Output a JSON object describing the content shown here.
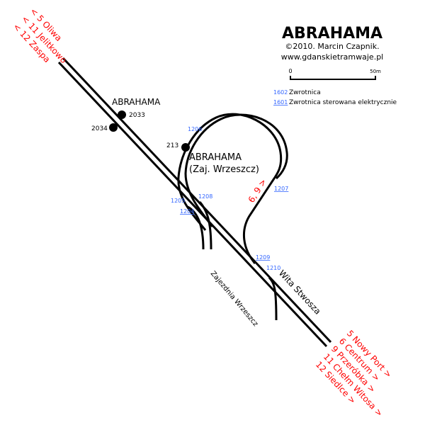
{
  "header": {
    "title": "ABRAHAMA",
    "copyright": "©2010. Marcin Czapnik.",
    "website": "www.gdanskietramwaje.pl"
  },
  "scale": {
    "start": "0",
    "end": "50m"
  },
  "legend": [
    {
      "code": "1602",
      "label": "Zwrotnica",
      "underlined": false
    },
    {
      "code": "1601",
      "label": "Zwrotnica sterowana elektrycznie",
      "underlined": true
    }
  ],
  "directions": {
    "northwest": [
      "< 5 Oliwa",
      "< 11 Jelitkowo",
      "< 12 Zaspa"
    ],
    "southeast": [
      "5 Nowy Port >",
      "6 Centrum >",
      "9 Przeróbka >",
      "11 Chełm Witosa >",
      "12 Siedlce >"
    ],
    "loop": "6, 9 >"
  },
  "stops": [
    {
      "name": "ABRAHAMA",
      "platforms": [
        "2033",
        "2034"
      ]
    },
    {
      "name": "ABRAHAMA",
      "subtitle": "(Zaj. Wrzeszcz)",
      "platforms": [
        "213"
      ]
    }
  ],
  "switches": [
    "1206",
    "1205",
    "1208",
    "1204",
    "1207",
    "1209",
    "1210"
  ],
  "streets": [
    "Wita Stwosza",
    "Zajezdnia Wrzeszcz"
  ],
  "colors": {
    "track": "#000000",
    "direction": "#ff0000",
    "switch": "#3366ff"
  }
}
